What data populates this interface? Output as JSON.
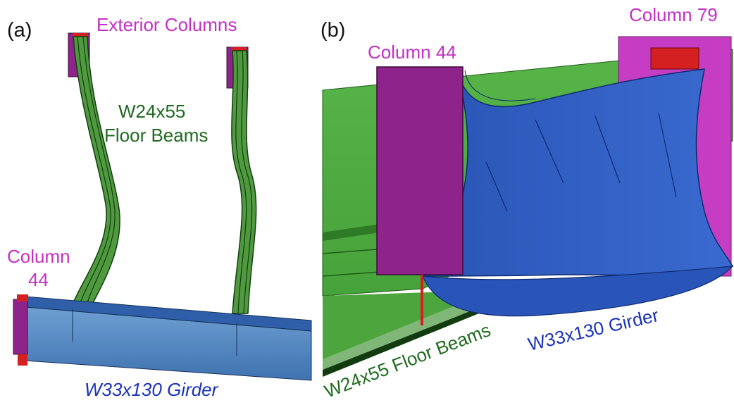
{
  "panel_a": {
    "panel_label": "(a)",
    "exterior_columns_label": "Exterior Columns",
    "floor_beams_label_line1": "W24x55",
    "floor_beams_label_line2": "Floor Beams",
    "column_label_line1": "Column",
    "column_label_line2": "44",
    "girder_label": "W33x130 Girder"
  },
  "panel_b": {
    "panel_label": "(b)",
    "column_44_label": "Column 44",
    "column_79_label": "Column 79",
    "floor_beams_label": "W24x55 Floor Beams",
    "girder_label": "W33x130 Girder"
  },
  "colors": {
    "column": "#8e248b",
    "column_bright": "#c63cc3",
    "beam_green": "#4f9a3f",
    "beam_green_light": "#5fbf4d",
    "girder_light_blue": "#4f86c2",
    "girder_blue": "#2f5fc2",
    "connection_red": "#d42020",
    "label_magenta": "#c42fc4",
    "label_green": "#1f6a1f",
    "label_blue": "#1b33b8"
  }
}
